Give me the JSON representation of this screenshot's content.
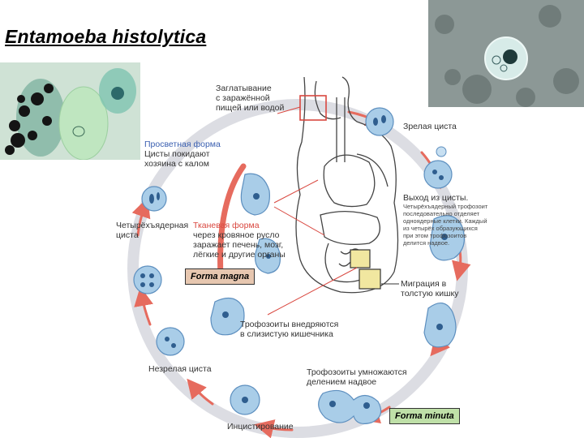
{
  "title": "Entamoeba histolytica",
  "labels": {
    "swallowing": "Заглатывание\nс заражённой\nпищей или водой",
    "mature_cyst": "Зрелая циста",
    "luminal_form": "Просветная форма",
    "cysts_leave": "Цисты покидают\nхозяина с калом",
    "excystation": "Выход из цисты.",
    "excystation_note": "Четырёхъядерный трофозоит\nпоследовательно отделяет\nодноядерные клетки. Каждый\nиз четырёх образующихся\nпри этом трофозоитов\nделится надвое.",
    "four_nucleus_cyst": "Четырёхъядерная\nциста",
    "tissue_form_title": "Тканевая форма",
    "tissue_form_text": "через кровяное русло\nзаражает печень, мозг,\nлёгкие и другие органы",
    "migration": "Миграция в\nтолстую кишку",
    "trophozoites_invade": "Трофозоиты внедряются\nв слизистую кишечника",
    "immature_cyst": "Незрелая циста",
    "trophozoites_multiply": "Трофозоиты умножаются\nделением надвое",
    "encystation": "Инцистирование"
  },
  "boxes": {
    "magna": "Forma magna",
    "minuta": "Forma minuta"
  },
  "colors": {
    "cycle_ring": "#dcdde3",
    "arrow": "#e66b5e",
    "cell_fill": "#a9cde8",
    "cell_stroke": "#5d8fbf",
    "nucleus": "#2f5e8f",
    "blue_label": "#3a5fb0",
    "red_label": "#d9473f"
  }
}
